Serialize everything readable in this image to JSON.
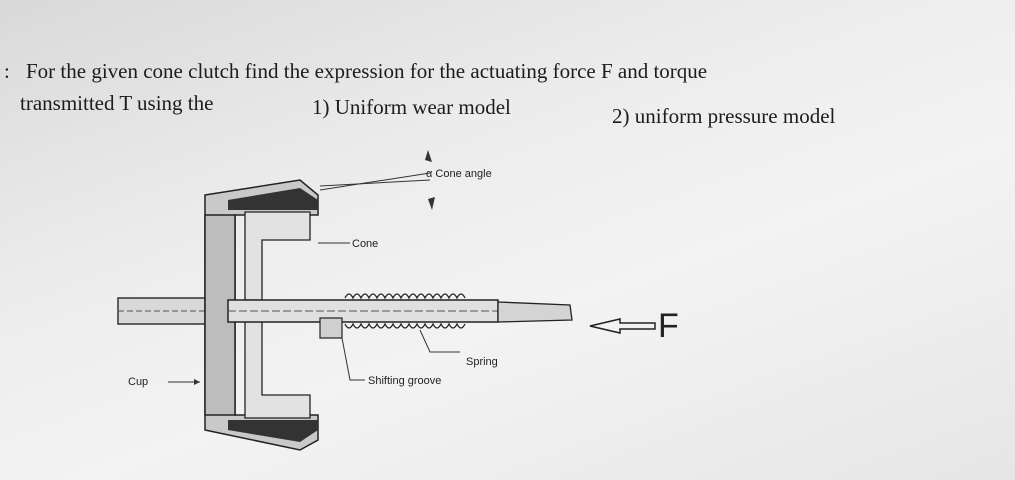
{
  "question": {
    "bullet": ":",
    "line1": "For the given cone clutch find the expression for the actuating force F and torque",
    "line2_prefix": "transmitted T using the",
    "option1": "1) Uniform wear model",
    "option2": "2) uniform pressure model"
  },
  "diagram": {
    "labels": {
      "cone_angle": "α Cone angle",
      "cone": "Cone",
      "spring": "Spring",
      "shifting_groove": "Shifting groove",
      "cup": "Cup",
      "force": "F"
    }
  }
}
